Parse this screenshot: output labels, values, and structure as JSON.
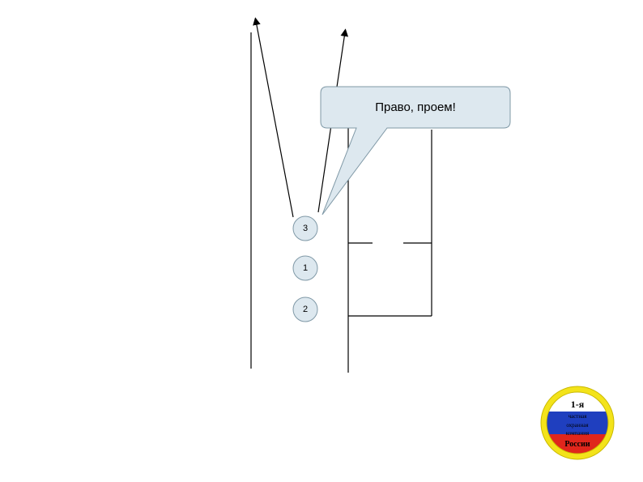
{
  "callout": {
    "text": "Право, проем!"
  },
  "positions": [
    {
      "label": "3"
    },
    {
      "label": "1"
    },
    {
      "label": "2"
    }
  ],
  "logo": {
    "lines": [
      "1-я",
      "частная",
      "охранная",
      "компания",
      "России"
    ]
  },
  "colors": {
    "line": "#000000",
    "circle_fill": "#dde8ef",
    "circle_stroke": "#7f98a6",
    "bubble_fill": "#dde8ef",
    "bubble_stroke": "#7f98a6",
    "logo_ring": "#f3e31a",
    "flag_white": "#ffffff",
    "flag_blue": "#1f3fbf",
    "flag_red": "#e0261c"
  }
}
